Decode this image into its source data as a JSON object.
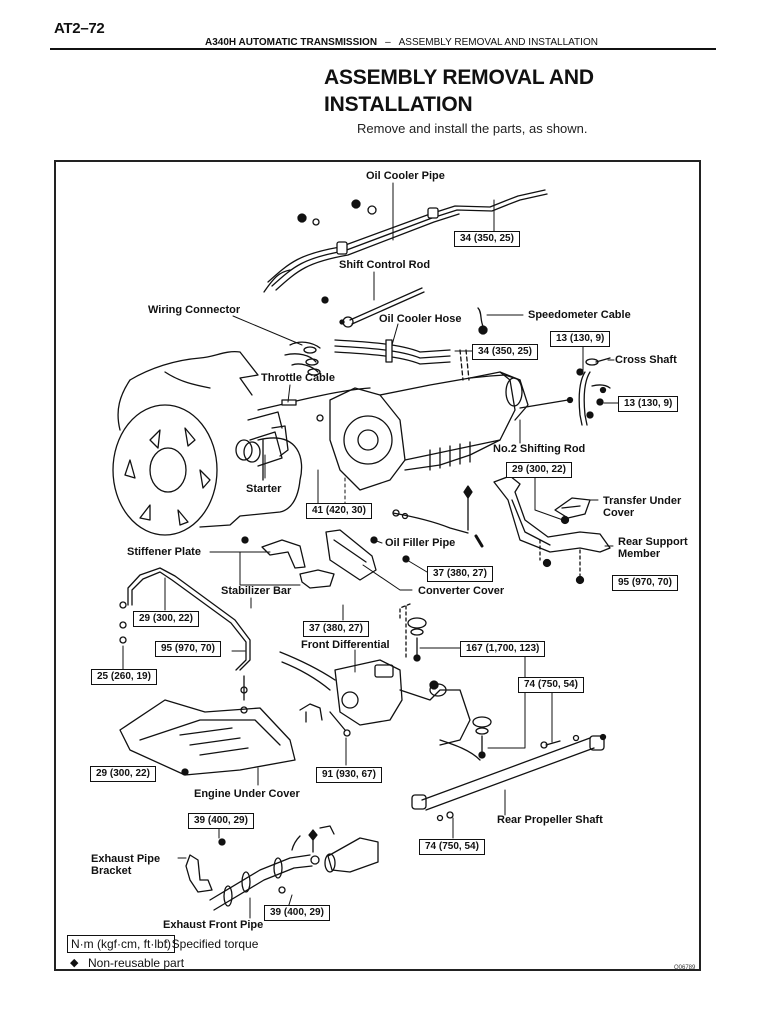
{
  "page": {
    "page_number": "AT2–72",
    "running_header": {
      "section": "A340H AUTOMATIC TRANSMISSION",
      "separator": "–",
      "subsection": "ASSEMBLY REMOVAL AND INSTALLATION"
    },
    "title": "ASSEMBLY REMOVAL AND INSTALLATION",
    "subtitle": "Remove and install the parts, as shown."
  },
  "figure": {
    "figure_id": "Q06789",
    "part_labels": {
      "oil_cooler_pipe": "Oil Cooler Pipe",
      "shift_control_rod": "Shift Control Rod",
      "wiring_connector": "Wiring Connector",
      "oil_cooler_hose": "Oil Cooler Hose",
      "speedometer_cable": "Speedometer Cable",
      "cross_shaft": "Cross Shaft",
      "throttle_cable": "Throttle Cable",
      "no2_shifting_rod": "No.2 Shifting Rod",
      "starter": "Starter",
      "transfer_under_cover": "Transfer Under Cover",
      "rear_support_member": "Rear Support Member",
      "oil_filler_pipe": "Oil Filler Pipe",
      "stiffener_plate": "Stiffener Plate",
      "stabilizer_bar": "Stabilizer Bar",
      "converter_cover": "Converter Cover",
      "front_differential": "Front Differential",
      "engine_under_cover": "Engine Under Cover",
      "rear_propeller_shaft": "Rear Propeller Shaft",
      "exhaust_pipe_bracket": "Exhaust Pipe Bracket",
      "exhaust_front_pipe": "Exhaust Front Pipe"
    },
    "torque_specs": {
      "oil_cooler_pipe": "34 (350, 25)",
      "oil_cooler_hose": "34 (350, 25)",
      "cross_shaft_upper": "13 (130, 9)",
      "cross_shaft_lower": "13 (130, 9)",
      "rear_support_member_upper": "29 (300, 22)",
      "starter_bolt": "41 (420, 30)",
      "rear_support_member_lower": "95 (970, 70)",
      "converter_cover": "37 (380, 27)",
      "stabilizer_upper": "29 (300, 22)",
      "stiffener_plate": "37 (380, 27)",
      "stabilizer_bracket": "95 (970, 70)",
      "front_differential_mount": "167 (1,700, 123)",
      "stabilizer_link": "25 (260, 19)",
      "propeller_shaft_front": "74 (750, 54)",
      "engine_under_cover": "29 (300, 22)",
      "front_differential_bolt": "91 (930, 67)",
      "exhaust_bracket": "39 (400, 29)",
      "propeller_shaft_rear": "74 (750, 54)",
      "exhaust_front_pipe": "39 (400, 29)"
    },
    "legend": {
      "torque_unit_box": "N·m (kgf·cm, ft·lbf)",
      "torque_meaning": ":  Specified torque",
      "non_reusable_symbol": "◆",
      "non_reusable_meaning": "Non-reusable part"
    }
  }
}
